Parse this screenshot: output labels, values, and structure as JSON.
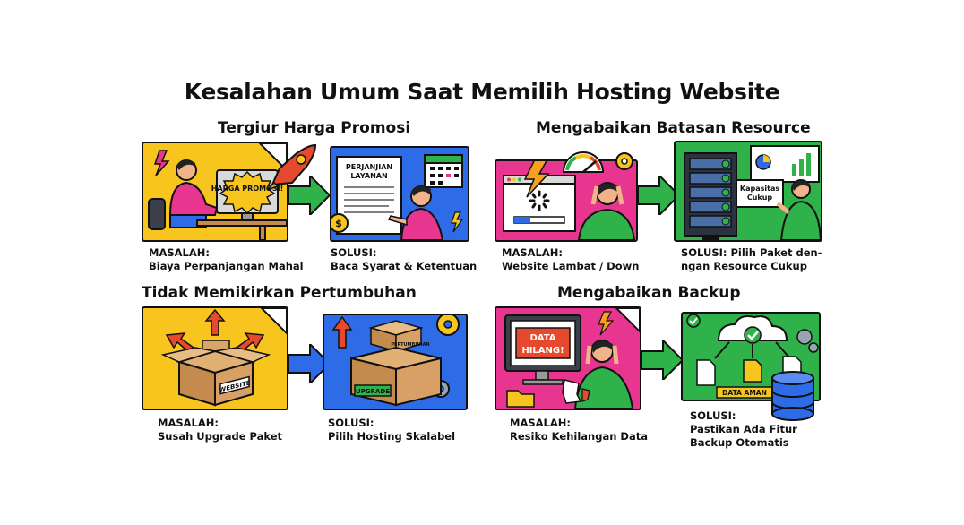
{
  "title": "Kesalahan Umum Saat Memilih Hosting Website",
  "sections": [
    {
      "heading": "Tergiur Harga Promosi",
      "problem_label": "MASALAH:",
      "problem_text": "Biaya Perpanjangan Mahal",
      "solution_label": "SOLUSI:",
      "solution_text": "Baca Syarat & Ketentuan",
      "problem_sign": "HARGA PROMOSI!",
      "solution_doc_l1": "PERJANJIAN",
      "solution_doc_l2": "LAYANAN"
    },
    {
      "heading": "Mengabaikan Batasan Resource",
      "problem_label": "MASALAH:",
      "problem_text": "Website Lambat / Down",
      "solution_label": "SOLUSI:",
      "solution_text_l1": "Pilih Paket den-",
      "solution_text_l2": "ngan Resource Cukup",
      "solution_board_l1": "Kapasitas",
      "solution_board_l2": "Cukup"
    },
    {
      "heading": "Tidak Memikirkan Pertumbuhan",
      "problem_label": "MASALAH:",
      "problem_text": "Susah Upgrade Paket",
      "solution_label": "SOLUSI:",
      "solution_text": "Pilih Hosting Skalabel",
      "problem_box": "WEBSITE",
      "solution_box_top": "PERTUMBUHAN",
      "solution_box_tag": "UPGRADE"
    },
    {
      "heading": "Mengabaikan Backup",
      "problem_label": "MASALAH:",
      "problem_text": "Resiko Kehilangan Data",
      "solution_label": "SOLUSI:",
      "solution_text_l1": "Pastikan Ada Fitur",
      "solution_text_l2": "Backup Otomatis",
      "problem_screen_l1": "DATA",
      "problem_screen_l2": "HILANG!",
      "solution_tag": "DATA AMAN"
    }
  ],
  "colors": {
    "yellow": "#f7c51e",
    "blue": "#2e6be6",
    "magenta": "#e8358f",
    "green": "#2fb24a",
    "arrow_green": "#2fb24a",
    "arrow_blue": "#2e6be6"
  }
}
